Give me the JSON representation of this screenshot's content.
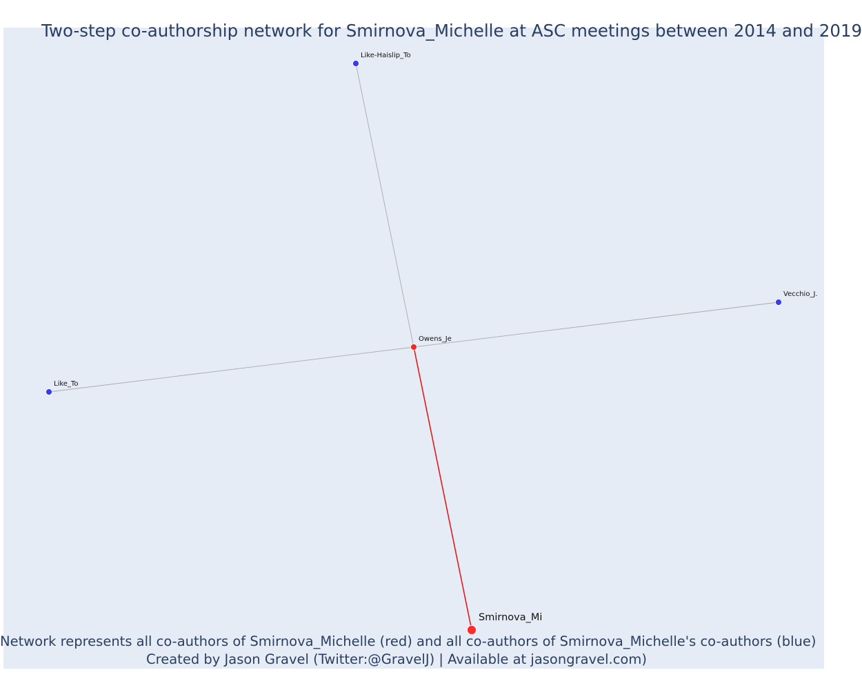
{
  "title": "Two-step co-authorship network for Smirnova_Michelle at ASC meetings between 2014 and 2019",
  "caption": {
    "line1": "Network represents all co-authors of Smirnova_Michelle (red) and all co-authors of Smirnova_Michelle's co-authors (blue)",
    "line2": "Created by Jason Gravel (Twitter:@GravelJ) | Available at jasongravel.com)"
  },
  "colors": {
    "plot_background": "#e5ecf6",
    "text": "#2a3f5f",
    "primary_node": "#ff2a2a",
    "coauthor_node": "#ee2a2a",
    "secondary_node": "#3a3aee",
    "primary_edge": "#e31a1c",
    "secondary_edge": "#aaaaaa"
  },
  "nodes": [
    {
      "id": "smirnova",
      "label": "Smirnova_Mi",
      "group": "focal"
    },
    {
      "id": "owens",
      "label": "Owens_Je",
      "group": "coauthor"
    },
    {
      "id": "like-haislip",
      "label": "Like-Haislip_To",
      "group": "second-step"
    },
    {
      "id": "vecchio",
      "label": "Vecchio_J.",
      "group": "second-step"
    },
    {
      "id": "like",
      "label": "Like_To",
      "group": "second-step"
    }
  ],
  "edges": [
    {
      "source": "smirnova",
      "target": "owens",
      "type": "direct"
    },
    {
      "source": "owens",
      "target": "like-haislip",
      "type": "indirect"
    },
    {
      "source": "owens",
      "target": "vecchio",
      "type": "indirect"
    },
    {
      "source": "owens",
      "target": "like",
      "type": "indirect"
    }
  ]
}
